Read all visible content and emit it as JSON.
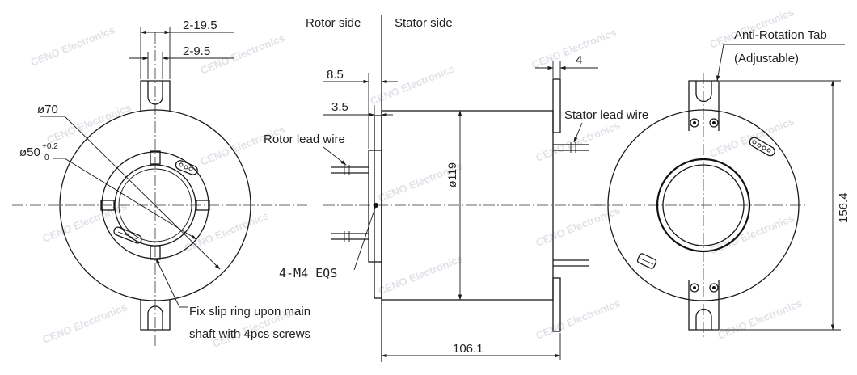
{
  "watermark": "CENO Electronics",
  "front_view": {
    "dim_top_outer": "2-19.5",
    "dim_top_inner": "2-9.5",
    "dia_outer": "ø70",
    "dia_bore": "ø50",
    "dia_bore_tol_upper": "+0.2",
    "dia_bore_tol_lower": "0",
    "screw_note_line1": "Fix slip ring upon main",
    "screw_note_line2": "shaft with 4pcs screws"
  },
  "side_view": {
    "rotor_side": "Rotor side",
    "stator_side": "Stator side",
    "dim_8_5": "8.5",
    "dim_3_5": "3.5",
    "dim_4": "4",
    "rotor_lead_wire": "Rotor lead wire",
    "stator_lead_wire": "Stator lead wire",
    "dia_body": "ø119",
    "thread_note": "4-M4  EQS",
    "length": "106.1"
  },
  "rear_view": {
    "tab_label_line1": "Anti-Rotation Tab",
    "tab_label_line2": "(Adjustable)",
    "height": "156.4"
  }
}
